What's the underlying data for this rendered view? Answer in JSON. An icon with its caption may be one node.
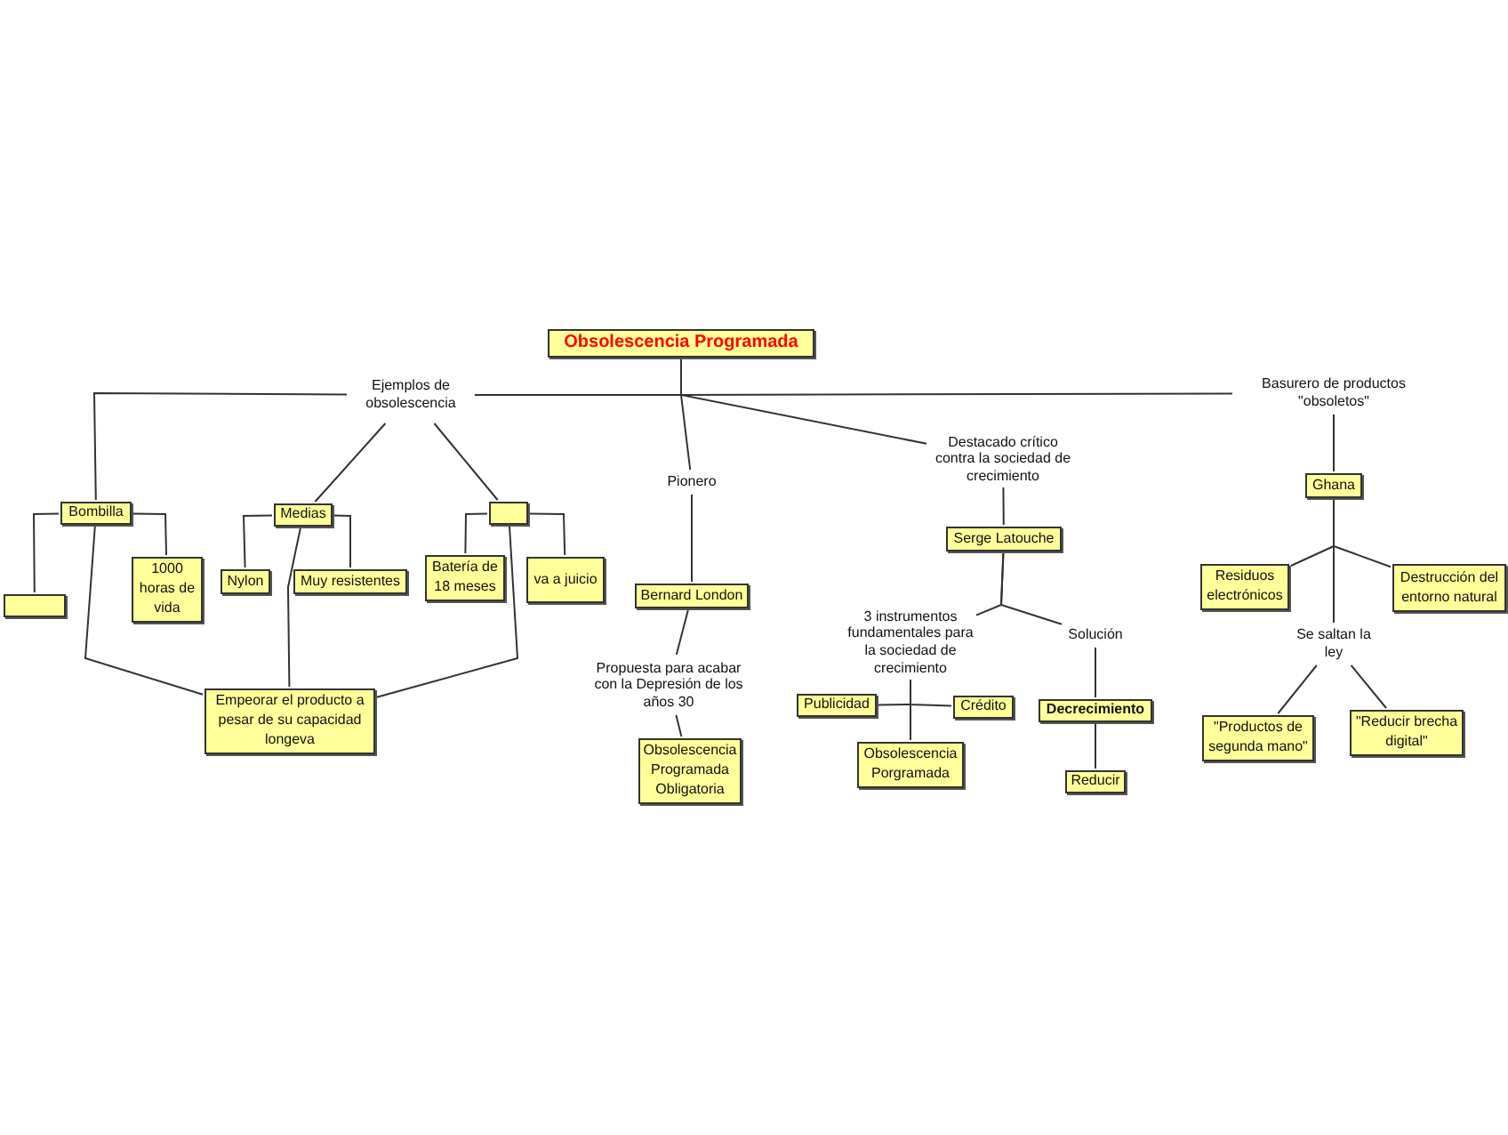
{
  "diagram": {
    "nodes": [
      {
        "text": [
          "Obsolescencia Programada"
        ]
      },
      {
        "text": [
          "Ejemplos de obsolescencia"
        ]
      },
      {
        "text": [
          "Bombilla"
        ]
      },
      {
        "text": [],
        "shape": "box"
      },
      {
        "text": [
          "1000 horas de vida"
        ]
      },
      {
        "text": [
          "Medias"
        ]
      },
      {
        "text": [
          "Nylon"
        ]
      },
      {
        "text": [
          "Muy resistentes"
        ]
      },
      {
        "text": [],
        "shape": "box"
      },
      {
        "text": [
          "Batería de 18 meses"
        ]
      },
      {
        "text": [
          "va a juicio"
        ]
      },
      {
        "text": [
          "Empeorar el producto a pesar de su capacidad longeva"
        ]
      },
      {
        "text": [
          "Pionero"
        ]
      },
      {
        "text": [
          "Bernard London"
        ]
      },
      {
        "text": [
          "Propuesta para acabar con la Depresión de los años 30"
        ]
      },
      {
        "text": [
          "Obsolescencia Programada Obligatoria"
        ]
      },
      {
        "text": [
          "Destacado crítico contra la sociedad de crecimiento"
        ]
      },
      {
        "text": [
          "Serge Latouche"
        ]
      },
      {
        "text": [
          "3 instrumentos fundamentales para la sociedad de crecimiento"
        ]
      },
      {
        "text": [
          "Solución"
        ]
      },
      {
        "text": [
          "Publicidad"
        ]
      },
      {
        "text": [
          "Crédito"
        ]
      },
      {
        "text": [
          "Obsolescencia Porgramada"
        ]
      },
      {
        "text": [
          "Decrecimiento"
        ]
      },
      {
        "text": [
          "Reducir"
        ]
      },
      {
        "text": [
          "Basurero de productos \"obsoletos\""
        ]
      },
      {
        "text": [
          "Ghana"
        ]
      },
      {
        "text": [
          "Residuos electrónicos"
        ]
      },
      {
        "text": [
          "Destrucción del entorno natural"
        ]
      },
      {
        "text": [
          "Se saltan la ley"
        ]
      },
      {
        "text": [
          "\"Productos de segunda mano\""
        ]
      },
      {
        "text": [
          "\"Reducir brecha digital\""
        ]
      }
    ],
    "edges": [
      {
        "from": 0,
        "to": 1,
        "arrow": "none"
      },
      {
        "from": 0,
        "to": 12,
        "arrow": "none"
      },
      {
        "from": 0,
        "to": 16,
        "arrow": "none"
      },
      {
        "from": 0,
        "to": 25,
        "arrow": "none"
      },
      {
        "from": 1,
        "to": 2,
        "arrow": "none"
      },
      {
        "from": 1,
        "to": 5,
        "arrow": "none"
      },
      {
        "from": 1,
        "to": 8,
        "arrow": "none"
      },
      {
        "from": 2,
        "to": 3,
        "arrow": "none"
      },
      {
        "from": 2,
        "to": 4,
        "arrow": "none"
      },
      {
        "from": 5,
        "to": 6,
        "arrow": "none"
      },
      {
        "from": 5,
        "to": 7,
        "arrow": "none"
      },
      {
        "from": 8,
        "to": 9,
        "arrow": "none"
      },
      {
        "from": 8,
        "to": 10,
        "arrow": "none"
      },
      {
        "from": 2,
        "to": 11,
        "arrow": "none"
      },
      {
        "from": 5,
        "to": 11,
        "arrow": "none"
      },
      {
        "from": 8,
        "to": 11,
        "arrow": "none"
      },
      {
        "from": 12,
        "to": 13,
        "arrow": "none"
      },
      {
        "from": 13,
        "to": 14,
        "arrow": "none"
      },
      {
        "from": 14,
        "to": 15,
        "arrow": "none"
      },
      {
        "from": 16,
        "to": 17,
        "arrow": "none"
      },
      {
        "from": 17,
        "to": 18,
        "arrow": "none"
      },
      {
        "from": 17,
        "to": 19,
        "arrow": "none"
      },
      {
        "from": 18,
        "to": 20,
        "arrow": "none"
      },
      {
        "from": 18,
        "to": 21,
        "arrow": "none"
      },
      {
        "from": 18,
        "to": 22,
        "arrow": "none"
      },
      {
        "from": 19,
        "to": 23,
        "arrow": "none"
      },
      {
        "from": 23,
        "to": 24,
        "arrow": "none"
      },
      {
        "from": 25,
        "to": 26,
        "arrow": "none"
      },
      {
        "from": 26,
        "to": 27,
        "arrow": "none"
      },
      {
        "from": 26,
        "to": 28,
        "arrow": "none"
      },
      {
        "from": 26,
        "to": 29,
        "arrow": "none"
      },
      {
        "from": 29,
        "to": 30,
        "arrow": "none"
      },
      {
        "from": 29,
        "to": 31,
        "arrow": "none"
      }
    ]
  }
}
